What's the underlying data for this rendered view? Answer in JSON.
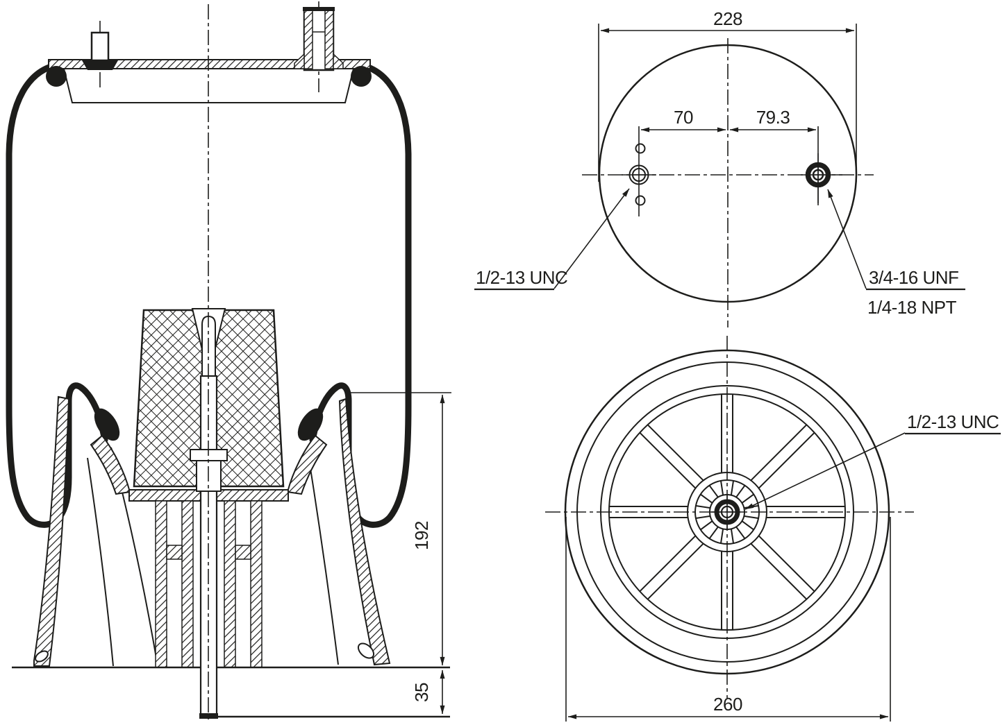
{
  "drawing": {
    "kind": "air spring technical drawing, cross-section and two axial views",
    "colors": {
      "line": "#1d1d1b",
      "background": "#ffffff"
    },
    "side_view": {
      "dim_height": "192",
      "dim_base_height": "35"
    },
    "top_view": {
      "dim_outer_diameter": "228",
      "dim_hole_left_offset": "70",
      "dim_hole_right_offset": "79.3",
      "label_stud_thread": "1/2-13 UNC",
      "label_air_fitting_thread": "3/4-16 UNF",
      "label_port_thread": "1/4-18 NPT"
    },
    "bottom_view": {
      "dim_outer_diameter": "260",
      "label_center_thread": "1/2-13 UNC"
    }
  }
}
